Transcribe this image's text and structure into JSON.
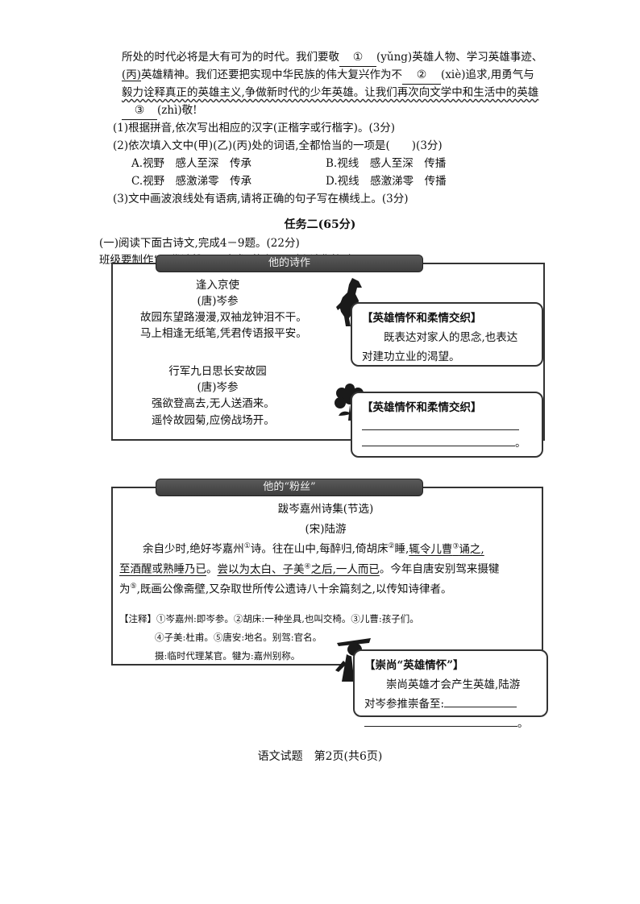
{
  "task1": {
    "p1": {
      "pre": "所处的时代必将是大有可为的时代。我们要敬",
      "b1": "①",
      "pinyin1": "(yǔng)英雄人物、学习英雄事迹、"
    },
    "p2": {
      "bing": "(丙)",
      "text": "英雄精神。我们还要把实现中华民族的伟大复兴作为不",
      "b2": "②",
      "pinyin2": "(xiè)追求,用勇气与"
    },
    "p3": "毅力诠释真正的英雄主义,争做新时代的少年英雄。让我们再次向文学中和生活中的英雄",
    "p4": {
      "b3": "③",
      "pinyin3": "(zhì)敬!"
    },
    "q1": "(1)根据拼音,依次写出相应的汉字(正楷字或行楷字)。(3分)",
    "q2": "(2)依次填入文中(甲)(乙)(丙)处的词语,全都恰当的一项是(　　)(3分)",
    "optA": "A.视野　感人至深　传承",
    "optB": "B.视线　感人至深　传播",
    "optC": "C.视野　感激涕零　传承",
    "optD": "D.视线　感激涕零　传播",
    "q3": "(3)文中画波浪线处有语病,请将正确的句子写在横线上。(3分)"
  },
  "task2": {
    "title": "任务二(65分)",
    "intro1": "(一)阅读下面古诗文,完成4－9题。(22分)",
    "intro2": "班级要制作“一代诗雄——岑参”的主题展板,请你协助。"
  },
  "panel1": {
    "banner": "他的诗作",
    "poem1": {
      "title": "逢入京使",
      "author": "(唐)岑参",
      "line1": "故园东望路漫漫,双袖龙钟泪不干。",
      "line2": "马上相逢无纸笔,凭君传语报平安。"
    },
    "poem2": {
      "title": "行军九日思长安故园",
      "author": "(唐)岑参",
      "line1": "强欲登高去,无人送酒来。",
      "line2": "遥怜故园菊,应傍战场开。"
    },
    "note1": {
      "head": "【英雄情怀和柔情交织】",
      "body1": "既表达对家人的思念,也表达",
      "body2": "对建功立业的渴望。"
    },
    "note2": {
      "head": "【英雄情怀和柔情交织】",
      "end": "。"
    }
  },
  "panel2": {
    "banner": "他的“粉丝”",
    "title": "跋岑嘉州诗集(节选)",
    "author": "(宋)陆游",
    "t1": "余自少时,绝好岑嘉州",
    "s1": "①",
    "t2": "诗。往在山中,每醉归,倚胡床",
    "s2": "②",
    "t3": "睡,",
    "t4": "辄令儿曹",
    "s3": "③",
    "t5": "诵之,",
    "l2a": "至酒醒或熟睡乃已",
    "l2b": "。",
    "l2c": "尝以为太白、子美",
    "s4": "④",
    "l2d": "之后,一人而已",
    "l2e": "。今年自唐安别驾来摄犍",
    "l3a": "为",
    "s5": "⑤",
    "l3b": ",既画公像斋壁,又杂取世所传公遗诗八十余篇刻之,以传知诗律者。",
    "notes1": "【注释】①岑嘉州:即岑参。②胡床:一种坐具,也叫交椅。③儿曹:孩子们。",
    "notes2": "④子美:杜甫。⑤唐安:地名。别驾:官名。",
    "notes3": "摄:临时代理某官。犍为:嘉州别称。",
    "note": {
      "head": "【崇尚“英雄情怀”】",
      "body1": "崇尚英雄才会产生英雄,陆游",
      "body2": "对岑参推崇备至:",
      "end": "。"
    }
  },
  "footer": "语文试题　第2页(共6页)"
}
